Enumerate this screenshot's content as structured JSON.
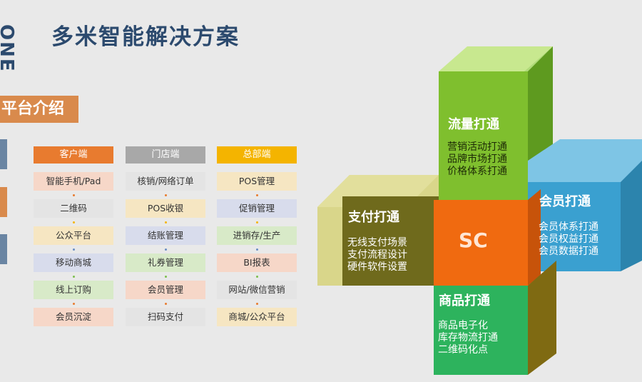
{
  "header": {
    "side_label": "ONE",
    "title": "多米智能解决方案"
  },
  "section": {
    "title": "平台介绍"
  },
  "columns": [
    {
      "header": "客户端",
      "color": "#e87b2f",
      "items": [
        "智能手机/Pad",
        "二维码",
        "公众平台",
        "移动商城",
        "线上订购",
        "会员沉淀"
      ]
    },
    {
      "header": "门店端",
      "color": "#a8a8a8",
      "items": [
        "核销/网络订单",
        "POS收银",
        "结账管理",
        "礼券管理",
        "会员管理",
        "扫码支付"
      ]
    },
    {
      "header": "总部端",
      "color": "#f4b400",
      "items": [
        "POS管理",
        "促销管理",
        "进销存/生产",
        "BI报表",
        "网站/微信营销",
        "商城/公众平台"
      ]
    }
  ],
  "cube": {
    "center_label": "SC",
    "top": {
      "title": "流量打通",
      "lines": [
        "营销活动打通",
        "品牌市场打通",
        "价格体系打通"
      ],
      "color": "#8cc63f"
    },
    "left": {
      "title": "支付打通",
      "lines": [
        "无线支付场景",
        "支付流程设计",
        "硬件软件设置"
      ],
      "color": "#a8a82a"
    },
    "right": {
      "title": "会员打通",
      "lines": [
        "会员体系打通",
        "会员权益打通",
        "会员数据打通"
      ],
      "color": "#3aa8d8"
    },
    "bottom": {
      "title": "商品打通",
      "lines": [
        "商品电子化",
        "库存物流打通",
        "二维码化点"
      ],
      "color": "#2db35d"
    },
    "center_color": "#f06a10"
  }
}
